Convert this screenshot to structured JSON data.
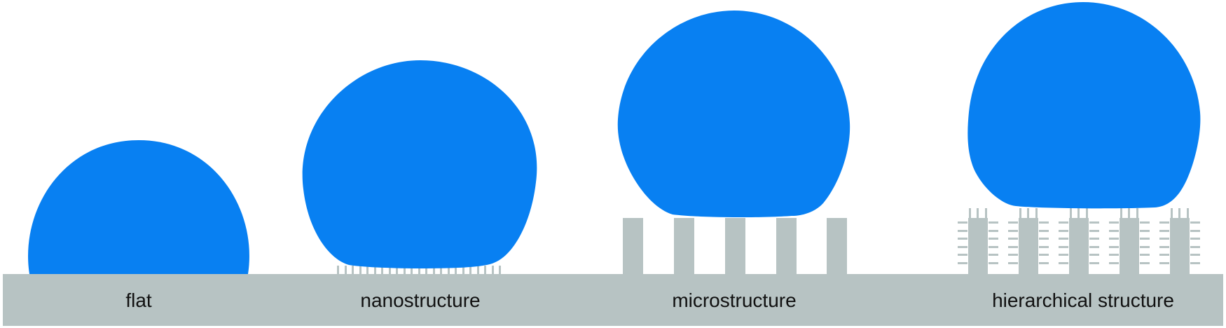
{
  "colors": {
    "droplet": "#0880F2",
    "substrate": "#B7C3C3",
    "background": "#FFFFFF",
    "text": "#111111"
  },
  "panels": [
    {
      "id": "flat",
      "label": "flat"
    },
    {
      "id": "nanostructure",
      "label": "nanostructure"
    },
    {
      "id": "microstructure",
      "label": "microstructure"
    },
    {
      "id": "hierarchical",
      "label": "hierarchical structure"
    }
  ]
}
